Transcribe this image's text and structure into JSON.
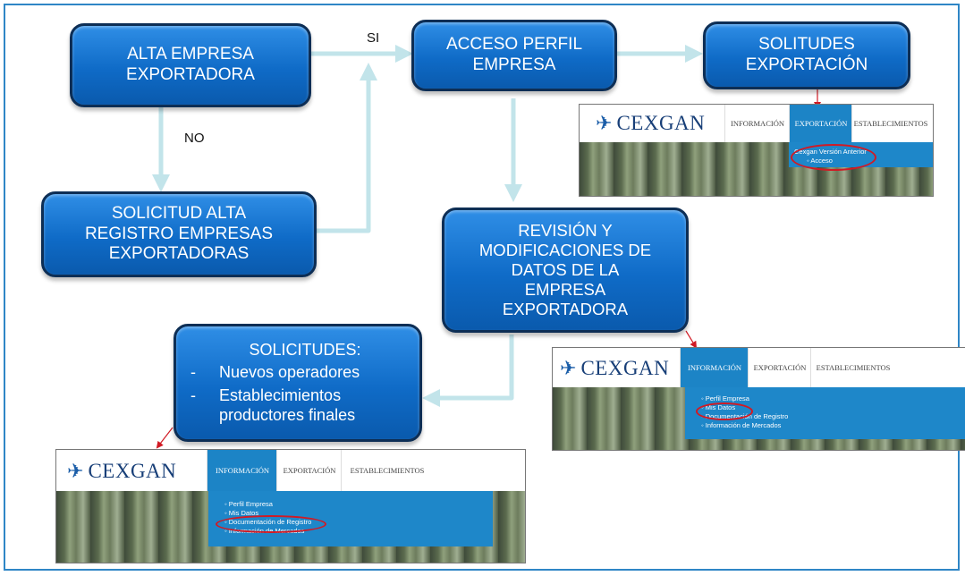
{
  "boxes": {
    "alta_empresa": [
      "ALTA EMPRESA",
      "EXPORTADORA"
    ],
    "acceso_perfil": [
      "ACCESO PERFIL",
      "EMPRESA"
    ],
    "solitudes_exportacion": [
      "SOLITUDES",
      "EXPORTACIÓN"
    ],
    "solicitud_alta": [
      "SOLICITUD ALTA",
      "REGISTRO EMPRESAS",
      "EXPORTADORAS"
    ],
    "revision": [
      "REVISIÓN Y",
      "MODIFICACIONES DE",
      "DATOS DE LA",
      "EMPRESA",
      "EXPORTADORA"
    ],
    "solicitudes": {
      "title": "SOLICITUDES:",
      "items": [
        "Nuevos operadores",
        "Establecimientos productores finales"
      ]
    }
  },
  "edge_labels": {
    "si": "SI",
    "no": "NO"
  },
  "colors": {
    "box_fill": "#1570cf",
    "box_border": "#0d2e55",
    "arrow": "#bfe3e8",
    "highlight": "#d11a24",
    "menu": "#1e87c9"
  },
  "screenshots": {
    "export_menu": {
      "logo": "CEXGAN",
      "tabs": [
        "INFORMACIÓN",
        "EXPORTACIÓN",
        "ESTABLECIMIENTOS"
      ],
      "active_tab": "EXPORTACIÓN",
      "menu_items": [
        "Cexgan Versión Anterior",
        "Acceso"
      ]
    },
    "info_menu_mis_datos": {
      "logo": "CEXGAN",
      "tabs": [
        "INFORMACIÓN",
        "EXPORTACIÓN",
        "ESTABLECIMIENTOS"
      ],
      "active_tab": "INFORMACIÓN",
      "menu_items": [
        "Perfil Empresa",
        "Mis Datos",
        "Documentación de Registro",
        "Información de Mercados"
      ],
      "highlighted": "Mis Datos"
    },
    "info_menu_documentacion": {
      "logo": "CEXGAN",
      "tabs": [
        "INFORMACIÓN",
        "EXPORTACIÓN",
        "ESTABLECIMIENTOS"
      ],
      "active_tab": "INFORMACIÓN",
      "menu_items": [
        "Perfil Empresa",
        "Mis Datos",
        "Documentación de Registro",
        "Información de Mercados"
      ],
      "highlighted": "Documentación de Registro"
    }
  }
}
